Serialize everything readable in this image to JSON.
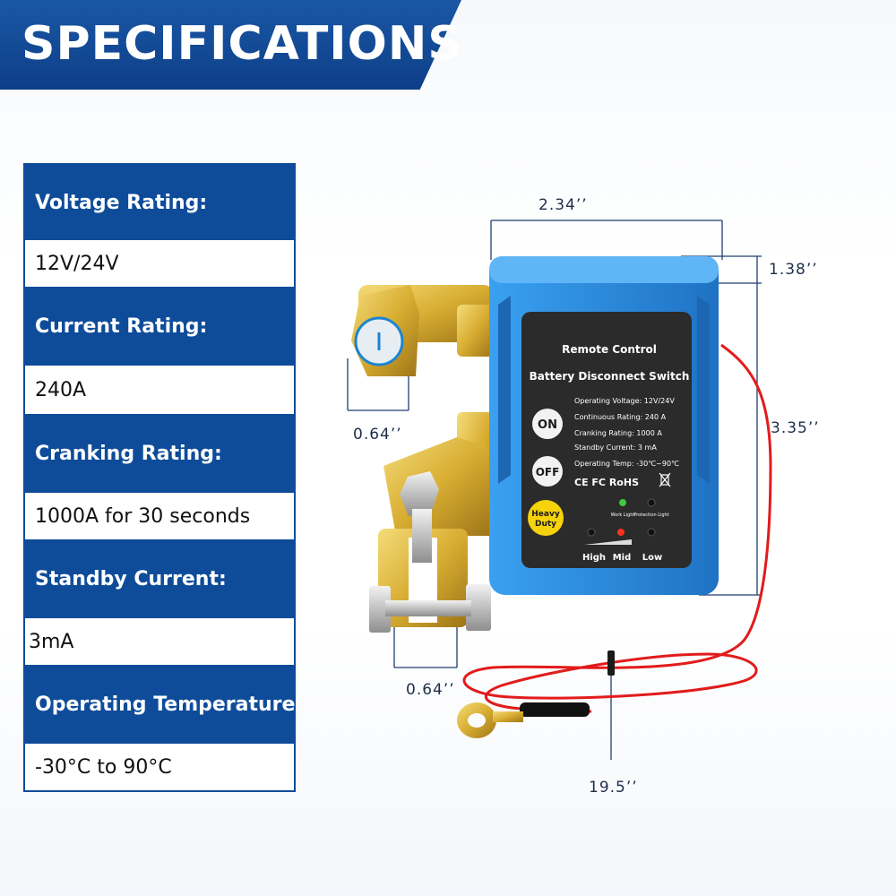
{
  "banner": {
    "title": "SPECIFICATIONS"
  },
  "specs": [
    {
      "label": "Voltage Rating:",
      "value": "12V/24V"
    },
    {
      "label": "Current Rating:",
      "value": "240A"
    },
    {
      "label": "Cranking Rating:",
      "value": "1000A for 30 seconds"
    },
    {
      "label": "Standby Current:",
      "value": "3mA"
    },
    {
      "label": "Operating Temperature:",
      "value": "-30°C to 90°C"
    }
  ],
  "dimensions": {
    "width": "2.34’’",
    "depth": "1.38’’",
    "height": "3.35’’",
    "top_post": "0.64’’",
    "bottom_post": "0.64’’",
    "wire": "19.5’’"
  },
  "panel": {
    "title_line1": "Remote Control",
    "title_line2": "Battery Disconnect Switch",
    "on_label": "ON",
    "off_label": "OFF",
    "heavy_line1": "Heavy",
    "heavy_line2": "Duty",
    "spec_lines": [
      "Operating Voltage: 12V/24V",
      "Continuous Rating: 240 A",
      "Cranking Rating: 1000 A",
      "Standby Current: 3 mA",
      "Operating Temp: -30℃~90℃"
    ],
    "cert_marks": "CE FC RoHS",
    "work_light": "Work Light",
    "protection_light": "Protection Light",
    "level_high": "High",
    "level_mid": "Mid",
    "level_low": "Low"
  },
  "colors": {
    "banner_blue": "#0e4c9a",
    "housing_blue": "#2f8fe0",
    "panel_dark": "#2b2b2b",
    "terminal_gold": "#d9b33a",
    "wire_red": "#e21b1b",
    "work_light_green": "#3ec93e",
    "mid_light_red": "#ff3322",
    "heavy_duty_yellow": "#f5d20a"
  }
}
